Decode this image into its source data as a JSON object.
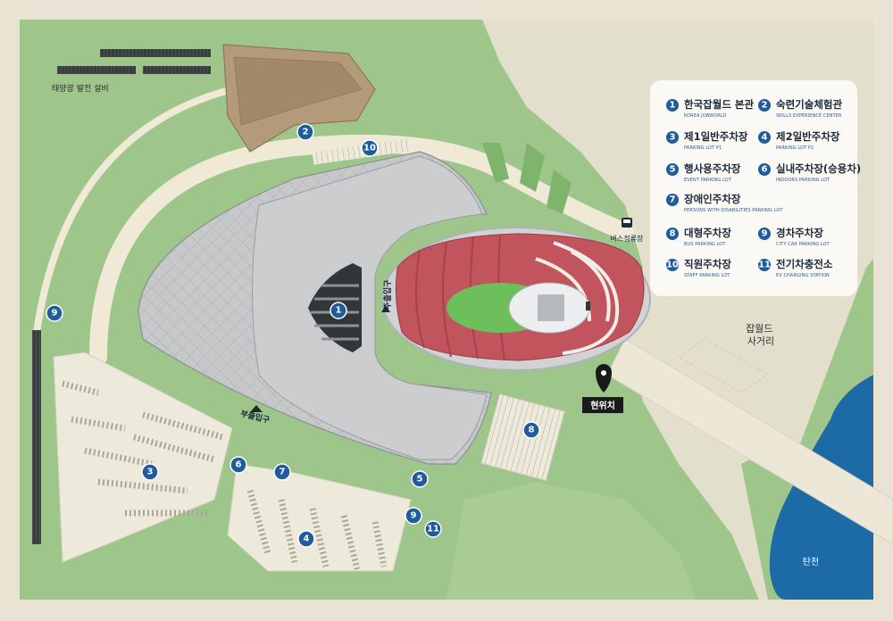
{
  "map": {
    "solar_label": "태양광 발전 설비",
    "main_entrance_label": "주출입구",
    "sub_entrance_label": "부출입구",
    "bus_stop_label": "버스정류장",
    "current_location_label": "현위치",
    "intersection_label": "잡월드\n사거리",
    "river_label": "탄천"
  },
  "pins": [
    {
      "num": "1"
    },
    {
      "num": "2"
    },
    {
      "num": "3"
    },
    {
      "num": "4"
    },
    {
      "num": "5"
    },
    {
      "num": "6"
    },
    {
      "num": "7"
    },
    {
      "num": "8"
    },
    {
      "num": "9"
    },
    {
      "num": "9"
    },
    {
      "num": "10"
    },
    {
      "num": "11"
    }
  ],
  "legend": [
    {
      "num": "1",
      "title": "한국잡월드 본관",
      "subtitle": "KOREA JOBWORLD"
    },
    {
      "num": "2",
      "title": "숙련기술체험관",
      "subtitle": "SKILLS EXPERIENCE CENTER"
    },
    {
      "num": "3",
      "title": "제1일반주차장",
      "subtitle": "PARKING LOT P1"
    },
    {
      "num": "4",
      "title": "제2일반주차장",
      "subtitle": "PARKING LOT P2"
    },
    {
      "num": "5",
      "title": "행사용주차장",
      "subtitle": "EVENT PARKING LOT"
    },
    {
      "num": "6",
      "title": "실내주차장(승용차)",
      "subtitle": "INDOORS PARKING LOT"
    },
    {
      "num": "7",
      "title": "장애인주차장",
      "subtitle": "PERSONS WITH DISABILITIES PARKING LOT"
    },
    {
      "num": "8",
      "title": "대형주차장",
      "subtitle": "BUS PARKING LOT"
    },
    {
      "num": "9",
      "title": "경차주차장",
      "subtitle": "CITY CAR PARKING LOT"
    },
    {
      "num": "10",
      "title": "직원주차장",
      "subtitle": "STAFF PARKING LOT"
    },
    {
      "num": "11",
      "title": "전기차충전소",
      "subtitle": "EV CHARGING STATION"
    }
  ],
  "colors": {
    "background_land": "#e8e3d2",
    "grass": "#9ec58a",
    "dark_grass": "#6fa866",
    "path": "#f1ecda",
    "building_gray": "#c9cbcd",
    "stadium_red": "#c2545e",
    "pitch_green": "#6cbf5a",
    "river": "#1c6aa6",
    "pin_blue": "#1e5c9e"
  }
}
